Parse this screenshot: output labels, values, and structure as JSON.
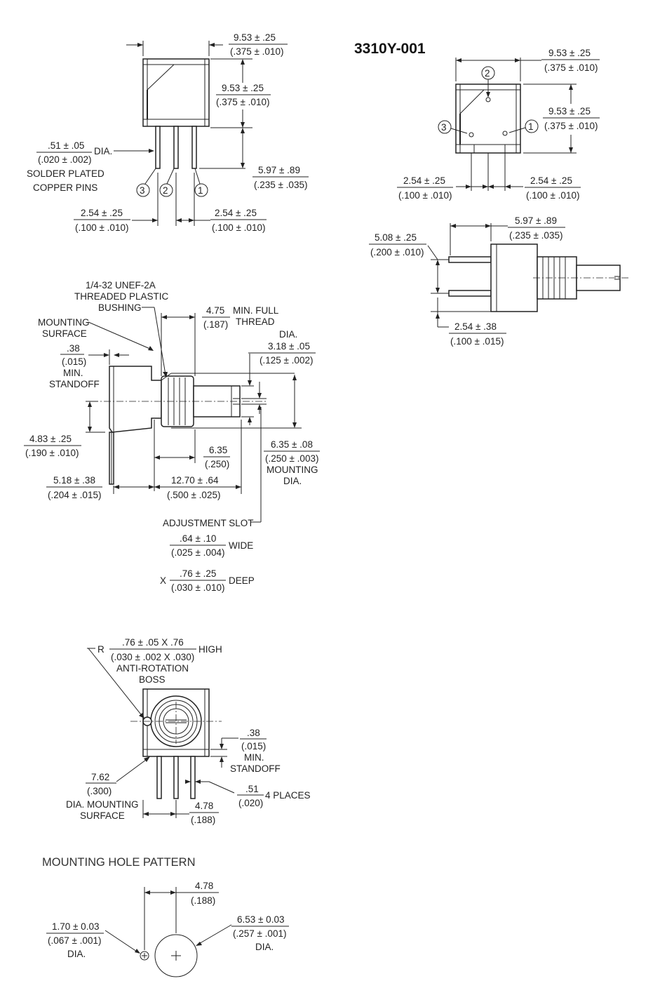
{
  "part_number": "3310Y-001",
  "section_title": "MOUNTING HOLE PATTERN",
  "front_view": {
    "width_mm": "9.53 ± .25",
    "width_in": "(.375 ± .010)",
    "height_mm": "9.53 ± .25",
    "height_in": "(.375 ± .010)",
    "pin_dia_mm": ".51 ± .05",
    "pin_dia_in": "(.020 ± .002)",
    "pin_dia_suffix": "DIA.",
    "pin_note_1": "SOLDER PLATED",
    "pin_note_2": "COPPER PINS",
    "pin_len_mm": "5.97 ± .89",
    "pin_len_in": "(.235 ± .035)",
    "pins": [
      "3",
      "2",
      "1"
    ],
    "pitch_left_mm": "2.54 ± .25",
    "pitch_left_in": "(.100 ± .010)",
    "pitch_right_mm": "2.54 ± .25",
    "pitch_right_in": "(.100 ± .010)"
  },
  "side_view": {
    "bushing_1": "1/4-32 UNEF-2A",
    "bushing_2": "THREADED PLASTIC",
    "bushing_3": "BUSHING",
    "thread_mm": "4.75",
    "thread_in": "(.187)",
    "thread_note_1": "MIN. FULL",
    "thread_note_2": "THREAD",
    "mount_surface_1": "MOUNTING",
    "mount_surface_2": "SURFACE",
    "shaft_dia_label": "DIA.",
    "shaft_dia_mm": "3.18 ± .05",
    "shaft_dia_in": "(.125 ± .002)",
    "standoff_mm": ".38",
    "standoff_in": "(.015)",
    "standoff_note_1": "MIN.",
    "standoff_note_2": "STANDOFF",
    "axis_h_mm": "4.83 ± .25",
    "axis_h_in": "(.190 ± .010)",
    "shaft_len_mm": "6.35",
    "shaft_len_in": "(.250)",
    "mount_dia_mm": "6.35 ± .08",
    "mount_dia_in": "(.250 ± .003)",
    "mount_dia_note_1": "MOUNTING",
    "mount_dia_note_2": "DIA.",
    "base_mm": "5.18 ± .38",
    "base_in": "(.204 ± .015)",
    "bush_len_mm": "12.70 ± .64",
    "bush_len_in": "(.500 ± .025)",
    "slot_label": "ADJUSTMENT SLOT",
    "slot_wide_mm": ".64 ± .10",
    "slot_wide_in": "(.025 ± .004)",
    "slot_wide_suffix": "WIDE",
    "slot_x": "X",
    "slot_deep_mm": ".76 ± .25",
    "slot_deep_in": "(.030 ± .010)",
    "slot_deep_suffix": "DEEP"
  },
  "y_top_view": {
    "width_mm": "9.53 ± .25",
    "width_in": "(.375 ± .010)",
    "height_mm": "9.53 ± .25",
    "height_in": "(.375 ± .010)",
    "pins": [
      "2",
      "3",
      "1"
    ],
    "pitch_left_mm": "2.54 ± .25",
    "pitch_left_in": "(.100 ± .010)",
    "pitch_right_mm": "2.54 ± .25",
    "pitch_right_in": "(.100 ± .010)"
  },
  "y_side_view": {
    "len_mm": "5.97 ± .89",
    "len_in": "(.235 ± .035)",
    "span_mm": "5.08 ± .25",
    "span_in": "(.200 ± .010)",
    "off_mm": "2.54 ± .38",
    "off_in": "(.100 ± .015)"
  },
  "rear_view": {
    "r_prefix": "R",
    "boss_mm": ".76 ± .05 X .76",
    "boss_in": "(.030 ± .002 X .030)",
    "boss_suffix": "HIGH",
    "boss_note_1": "ANTI-ROTATION",
    "boss_note_2": "BOSS",
    "standoff_mm": ".38",
    "standoff_in": "(.015)",
    "standoff_note_1": "MIN.",
    "standoff_note_2": "STANDOFF",
    "surface_mm": "7.62",
    "surface_in": "(.300)",
    "surface_note_1": "DIA. MOUNTING",
    "surface_note_2": "SURFACE",
    "pin_mm": ".51",
    "pin_in": "(.020)",
    "pin_suffix": "4 PLACES",
    "offset_mm": "4.78",
    "offset_in": "(.188)"
  },
  "hole_pattern": {
    "offset_mm": "4.78",
    "offset_in": "(.188)",
    "small_mm": "1.70 ± 0.03",
    "small_in": "(.067 ± .001)",
    "small_note": "DIA.",
    "large_mm": "6.53 ± 0.03",
    "large_in": "(.257 ± .001)",
    "large_note": "DIA."
  }
}
